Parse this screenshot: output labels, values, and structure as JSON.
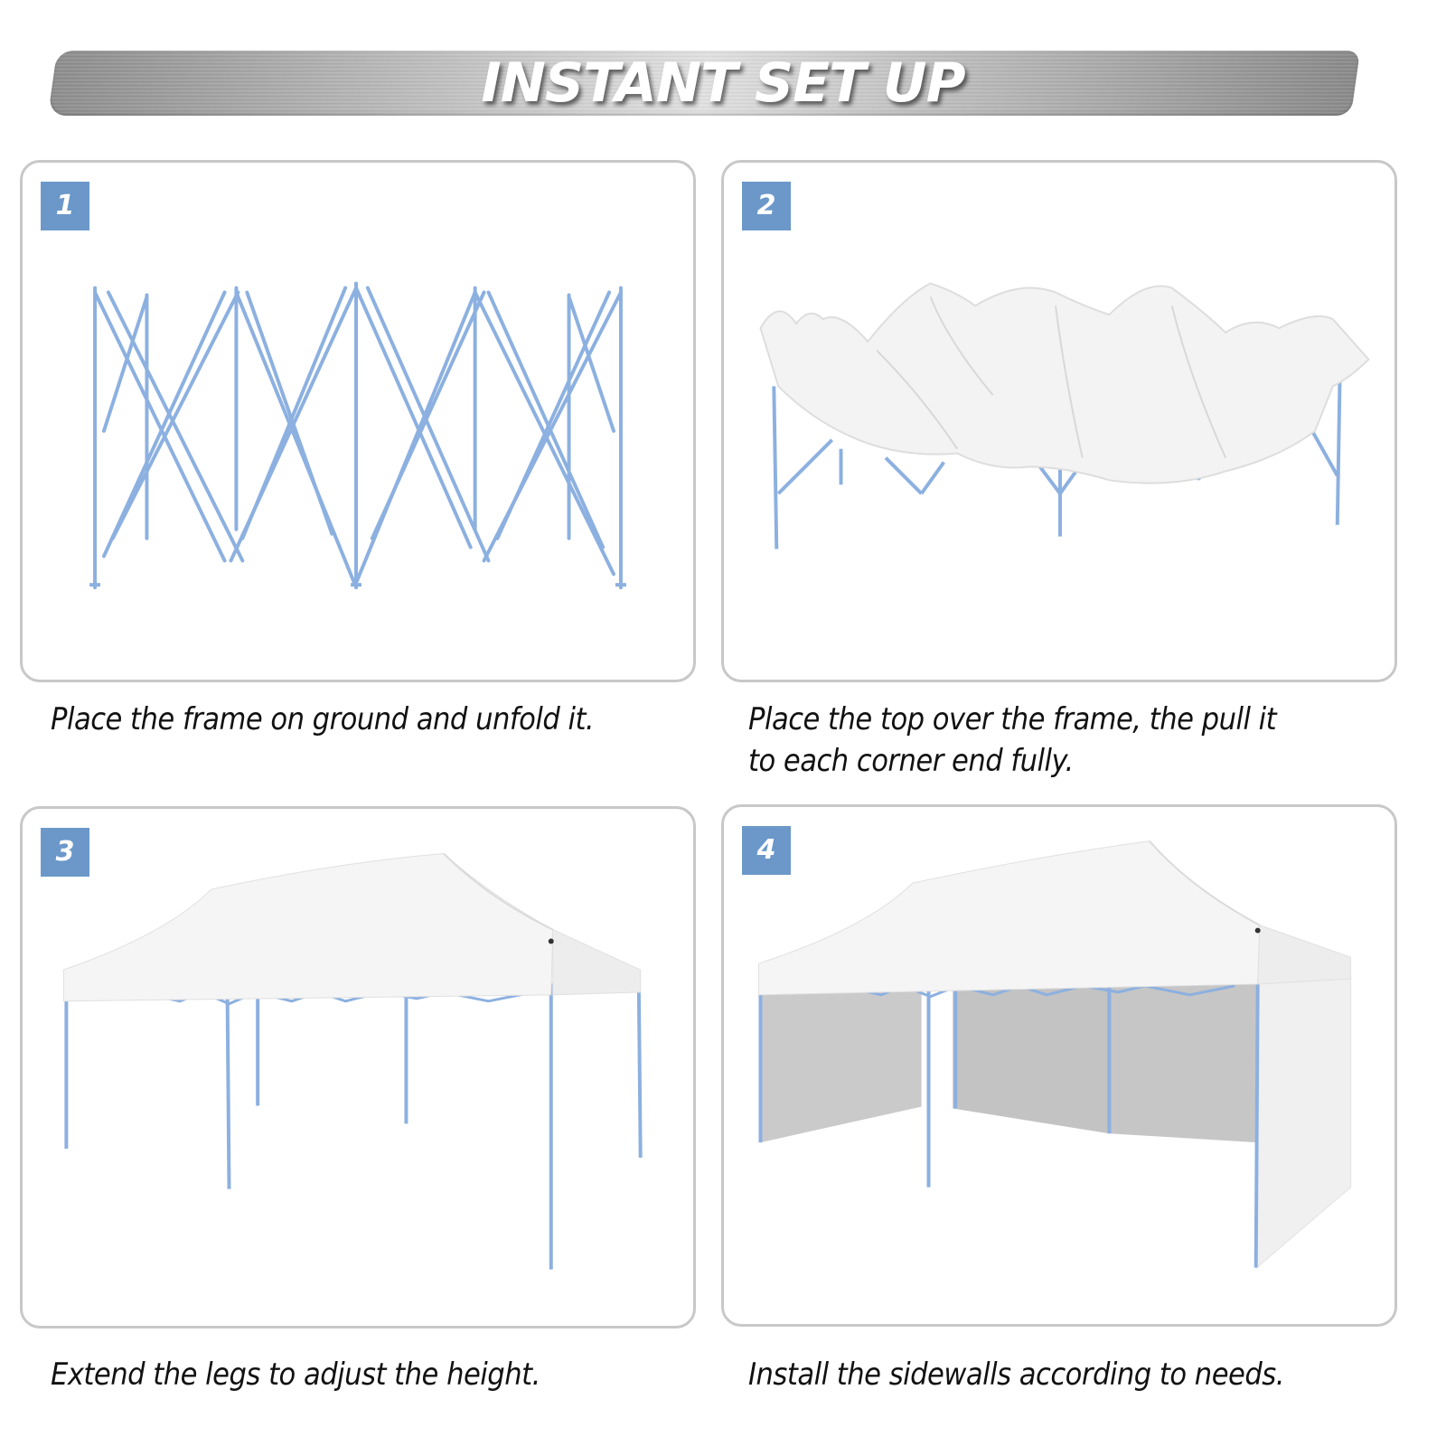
{
  "header": {
    "title": "INSTANT SET UP"
  },
  "colors": {
    "badge": "#6b98c9",
    "frame": "#8cb0e0",
    "panel_border": "#c8c8c8",
    "canopy": "#f4f4f4",
    "sidewall": "#cfcfcf"
  },
  "steps": [
    {
      "number": "1",
      "caption": "Place the frame on ground and unfold it.",
      "illustration": "folded-tent-frame"
    },
    {
      "number": "2",
      "caption_line1": "Place the top over the frame, the pull it",
      "caption_line2": "to each corner end fully.",
      "illustration": "canopy-draped-over-frame"
    },
    {
      "number": "3",
      "caption": "Extend the legs to adjust the height.",
      "illustration": "tent-with-extended-legs"
    },
    {
      "number": "4",
      "caption": "Install the sidewalls according to needs.",
      "illustration": "tent-with-sidewalls"
    }
  ]
}
